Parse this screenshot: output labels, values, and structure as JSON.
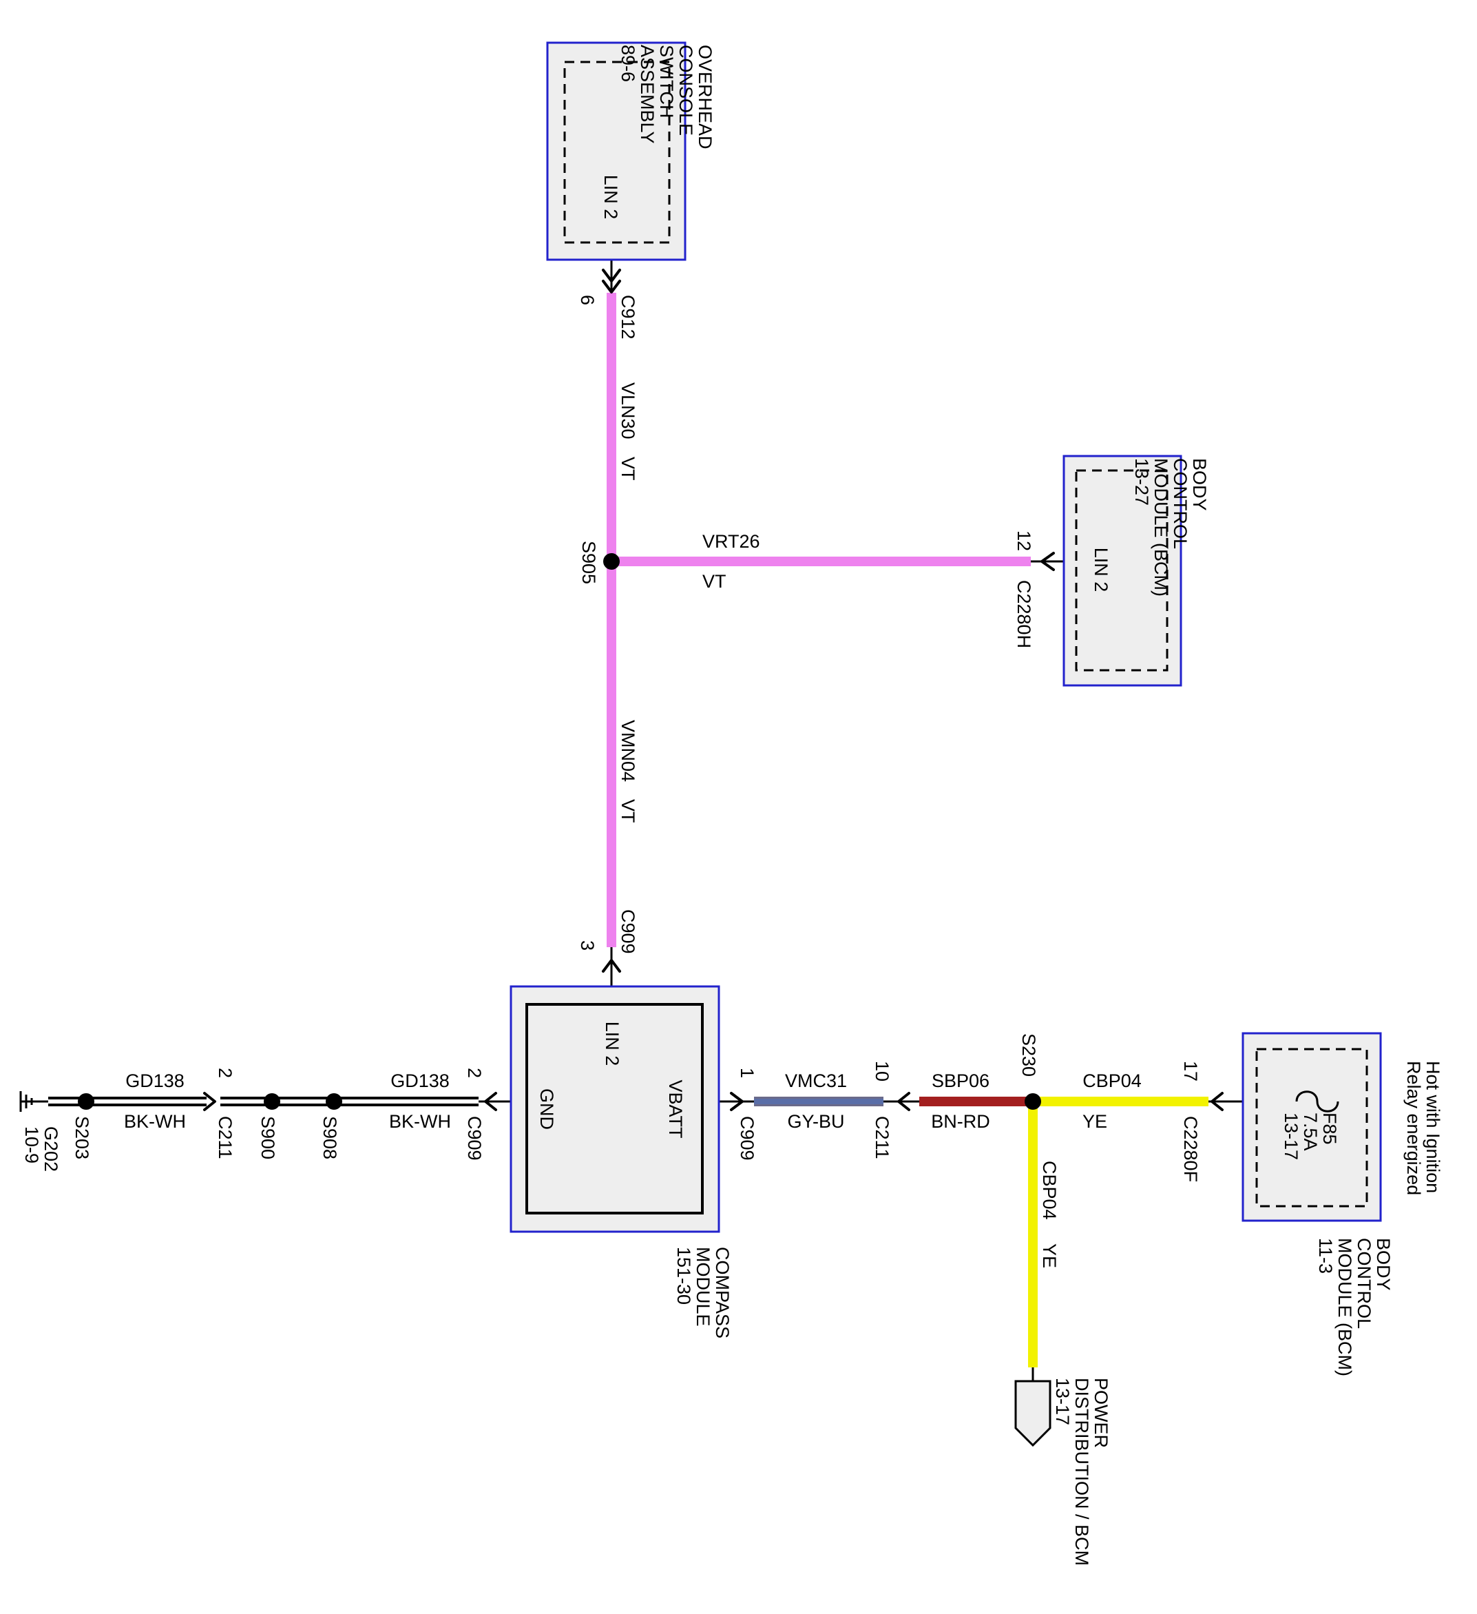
{
  "colors": {
    "VT": "#ee82ee",
    "YE": "#f2f200",
    "BN-RD": "#a31f1f",
    "GY-BU": "#5a6ea8",
    "GY-BU_edge": "#6a6a8a",
    "box_border": "#2222cc",
    "box_fill": "#eeeeee",
    "ground_wire": "#000000"
  },
  "components": {
    "overhead_console": {
      "name": "OVERHEAD\nCONSOLE\nSWITCH\nASSEMBLY\n89-6",
      "pin": "LIN 2"
    },
    "bcm_lin": {
      "name": "BODY\nCONTROL\nMODULE (BCM)\n13-27",
      "pin": "LIN 2"
    },
    "compass_module": {
      "name": "COMPASS\nMODULE\n151-30",
      "pin_lin": "LIN 2",
      "pin_vbatt": "VBATT",
      "pin_gnd": "GND"
    },
    "bcm_fuse": {
      "name": "BODY\nCONTROL\nMODULE (BCM)\n11-3",
      "fuse": "F85\n7.5A\n13-17",
      "note": "Hot with Ignition\nRelay energized"
    },
    "power_distribution": {
      "name": "POWER\nDISTRIBUTION / BCM\n13-17"
    },
    "ground": {
      "name": "G202\n10-9",
      "icon": "ground-symbol-icon"
    }
  },
  "connectors": {
    "c912": {
      "name": "C912",
      "pin": "6"
    },
    "c909_lin": {
      "name": "C909",
      "pin": "3"
    },
    "c2280h": {
      "name": "C2280H",
      "pin": "12"
    },
    "c909_vbatt": {
      "name": "C909",
      "pin": "1"
    },
    "c211_vbatt": {
      "name": "C211",
      "pin": "10"
    },
    "c2280f": {
      "name": "C2280F",
      "pin": "17"
    },
    "c909_gnd": {
      "name": "C909",
      "pin": "2"
    },
    "c211_gnd": {
      "name": "C211",
      "pin": "2"
    }
  },
  "splices": {
    "s905": "S905",
    "s230": "S230",
    "s908": "S908",
    "s900": "S900",
    "s203": "S203"
  },
  "wires": {
    "vln30": {
      "circuit": "VLN30",
      "color": "VT"
    },
    "vmn04": {
      "circuit": "VMN04",
      "color": "VT"
    },
    "vrt26": {
      "circuit": "VRT26",
      "color": "VT"
    },
    "vmc31": {
      "circuit": "VMC31",
      "color": "GY-BU"
    },
    "sbp06": {
      "circuit": "SBP06",
      "color": "BN-RD"
    },
    "cbp04_h": {
      "circuit": "CBP04",
      "color": "YE"
    },
    "cbp04_v": {
      "circuit": "CBP04",
      "color": "YE"
    },
    "gd138_a": {
      "circuit": "GD138",
      "color": "BK-WH"
    },
    "gd138_b": {
      "circuit": "GD138",
      "color": "BK-WH"
    }
  }
}
